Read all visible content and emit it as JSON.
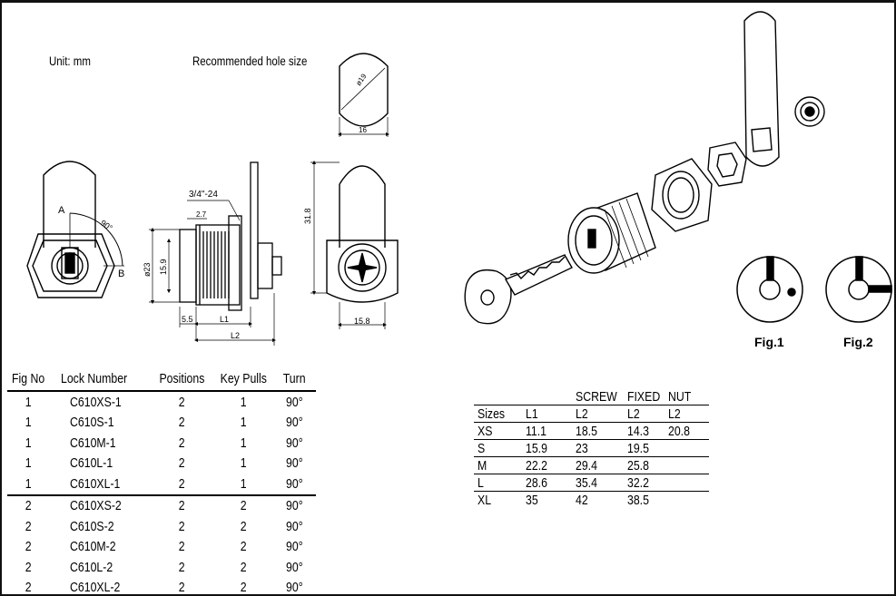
{
  "labels": {
    "unit": "Unit: mm",
    "recommended_hole": "Recommended hole size"
  },
  "drawing": {
    "hole_dim_dia": "ø19",
    "hole_dim_width": "16",
    "thread": "3/4\"-24",
    "dim_2_7": "2.7",
    "dim_23": "ø23",
    "dim_15_9": "15.9",
    "dim_5_5": "5.5",
    "dim_l1": "L1",
    "dim_l2": "L2",
    "dim_31_8": "31.8",
    "dim_15_8": "15.8",
    "angle": "90°",
    "pos_a": "A",
    "pos_b": "B"
  },
  "figures": {
    "fig1": "Fig.1",
    "fig2": "Fig.2"
  },
  "lock_table": {
    "headers": [
      "Fig No",
      "Lock Number",
      "Positions",
      "Key Pulls",
      "Turn"
    ],
    "rows": [
      [
        "1",
        "C610XS-1",
        "2",
        "1",
        "90°"
      ],
      [
        "1",
        "C610S-1",
        "2",
        "1",
        "90°"
      ],
      [
        "1",
        "C610M-1",
        "2",
        "1",
        "90°"
      ],
      [
        "1",
        "C610L-1",
        "2",
        "1",
        "90°"
      ],
      [
        "1",
        "C610XL-1",
        "2",
        "1",
        "90°"
      ],
      [
        "2",
        "C610XS-2",
        "2",
        "2",
        "90°"
      ],
      [
        "2",
        "C610S-2",
        "2",
        "2",
        "90°"
      ],
      [
        "2",
        "C610M-2",
        "2",
        "2",
        "90°"
      ],
      [
        "2",
        "C610L-2",
        "2",
        "2",
        "90°"
      ],
      [
        "2",
        "C610XL-2",
        "2",
        "2",
        "90°"
      ]
    ]
  },
  "sizes_table": {
    "top_headers": [
      "",
      "",
      "SCREW",
      "FIXED",
      "NUT"
    ],
    "sub_headers": [
      "Sizes",
      "L1",
      "L2",
      "L2",
      "L2"
    ],
    "rows": [
      [
        "XS",
        "11.1",
        "18.5",
        "14.3",
        "20.8"
      ],
      [
        "S",
        "15.9",
        "23",
        "19.5",
        ""
      ],
      [
        "M",
        "22.2",
        "29.4",
        "25.8",
        ""
      ],
      [
        "L",
        "28.6",
        "35.4",
        "32.2",
        ""
      ],
      [
        "XL",
        "35",
        "42",
        "38.5",
        ""
      ]
    ]
  }
}
